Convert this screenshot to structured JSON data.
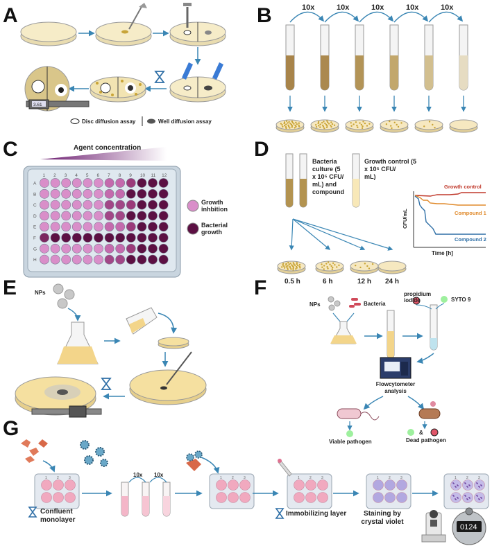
{
  "panels": {
    "a": "A",
    "b": "B",
    "c": "C",
    "d": "D",
    "e": "E",
    "f": "F",
    "g": "G"
  },
  "panel_a": {
    "legend_disc": "Disc diffusion assay",
    "legend_well": "Well diffusion assay",
    "caliper_reading": "3.61"
  },
  "panel_b": {
    "dilution_labels": [
      "10x",
      "10x",
      "10x",
      "10x",
      "10x"
    ]
  },
  "panel_c": {
    "title": "Agent concentration",
    "columns": [
      "1",
      "2",
      "3",
      "4",
      "5",
      "6",
      "7",
      "8",
      "9",
      "10",
      "11",
      "12"
    ],
    "rows": [
      "A",
      "B",
      "C",
      "D",
      "E",
      "F",
      "G",
      "H"
    ],
    "legend_growth_inhibition": "Growth inhbition",
    "legend_bacterial_growth": "Bacterial growth",
    "colors": {
      "inhibition": "#d98ec9",
      "growth": "#5c1043"
    }
  },
  "panel_d": {
    "culture_label": "Bacteria culture (5 x 10⁵ CFU/ mL) and compound",
    "control_label": "Growth control (5 x 10⁵ CFU/ mL)",
    "times": [
      "0.5 h",
      "6 h",
      "12 h",
      "24 h"
    ],
    "chart": {
      "ylabel": "CFU/mL",
      "xlabel": "Time [h]",
      "series": [
        "Growth control",
        "Compound 1",
        "Compound 2"
      ],
      "colors": {
        "growth": "#c0392b",
        "c1": "#e08a2b",
        "c2": "#2f6fa6"
      }
    }
  },
  "panel_e": {
    "nps": "NPs"
  },
  "panel_f": {
    "nps": "NPs",
    "bacteria": "Bacteria",
    "propidium": "propidium iodide",
    "syto": "SYTO 9",
    "flow": "Flowcytometer analysis",
    "viable": "Viable pathogen",
    "dead": "Dead pathogen",
    "amp": "&"
  },
  "panel_g": {
    "confluent": "Confluent monolayer",
    "dilutions": [
      "10x",
      "10x"
    ],
    "immobilizing": "Immobilizing layer",
    "staining": "Staining by crystal violet",
    "counter": "0124",
    "plate_cols": [
      "1",
      "2",
      "3"
    ]
  }
}
